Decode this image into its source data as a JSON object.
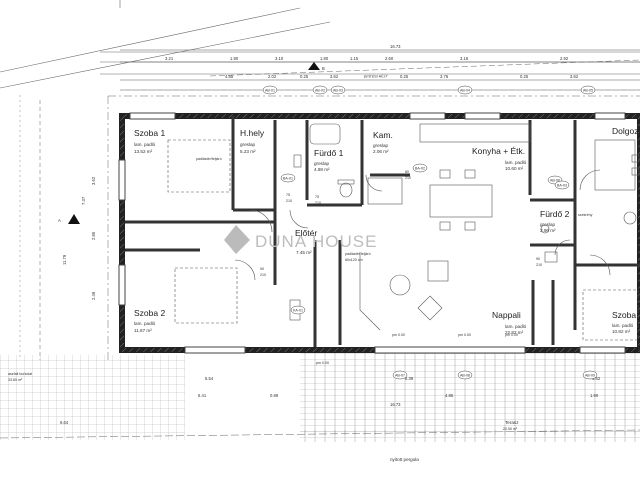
{
  "rooms": {
    "szoba1": {
      "name": "Szoba 1",
      "floor": "lam. padló",
      "area": "13.52 m²",
      "extra": "padlástér/feljáró"
    },
    "hhely": {
      "name": "H.hely",
      "floor": "greslap",
      "area": "5.23 m²"
    },
    "furdo1": {
      "name": "Fürdő 1",
      "floor": "greslap",
      "area": "4.88 m²"
    },
    "kam": {
      "name": "Kam.",
      "floor": "greslap",
      "area": "2.06 m²"
    },
    "konyha": {
      "name": "Konyha + Étk.",
      "floor": "lam. padló",
      "area": "10.60 m²"
    },
    "dolgozo": {
      "name": "Dolgozó"
    },
    "furdo2": {
      "name": "Fürdő 2",
      "floor": "greslap",
      "area": "3.96 m²"
    },
    "eloter": {
      "name": "Előtér",
      "area": "7.45 m²"
    },
    "nappali": {
      "name": "Nappali",
      "floor": "lam. padló",
      "area": "22.82 m²"
    },
    "szoba2": {
      "name": "Szoba 2",
      "floor": "lam. padló",
      "area": "11.87 m²"
    },
    "szoba3": {
      "name": "Szoba 3",
      "floor": "lam. padló",
      "area": "10.82 m²"
    },
    "terasz": {
      "name": "Terasz",
      "area": "20.50 m²"
    }
  },
  "labels": {
    "epites_hely": "ÉPÍTÉSI HELY",
    "pergola": "nyitott pergola",
    "parking": "aszfalt burkolat",
    "parking_area": "33.65 m²",
    "watermark": "DUNA HOUSE",
    "padlas": "padlástér feljáró",
    "padlas_size": "60x120 cm",
    "szekreny": "szekrény",
    "cut_a": "A",
    "cut_b": "B"
  },
  "dimensions": {
    "top_total": "16.73",
    "top_row1": [
      "3.21",
      "1.90",
      "3.10",
      "1.80",
      "1.15",
      "2.60",
      "3.16",
      "2.92"
    ],
    "top_row2": [
      "4.65",
      "2.02",
      "0.25",
      "3.62",
      "0.25",
      "3.76",
      "0.25",
      "3.62"
    ],
    "bottom_row1": [
      "5.54",
      "6.39",
      "3.62"
    ],
    "bottom_row2": [
      "6.41",
      "0.89",
      "4.85",
      "1.90"
    ],
    "bottom_total": "16.73",
    "bottom_left": "6.64",
    "left": [
      "3.62",
      "2.85",
      "2.49",
      "7.37",
      "11.79"
    ],
    "parapet": [
      "pm 0.00",
      "pm 0.00",
      "pm 0.00",
      "pm 0.00"
    ],
    "doors": [
      "90",
      "210",
      "75",
      "210",
      "80",
      "210",
      "90",
      "210",
      "75",
      "210"
    ]
  },
  "tags": {
    "ab": [
      "AB-01",
      "AB-02",
      "AB-03",
      "AB-04",
      "AB-05",
      "AB-06",
      "AB-07",
      "AB-08",
      "AB-09"
    ],
    "ba": [
      "BA-01",
      "BA-02",
      "BA-03"
    ],
    "ka": [
      "KA-01"
    ]
  }
}
